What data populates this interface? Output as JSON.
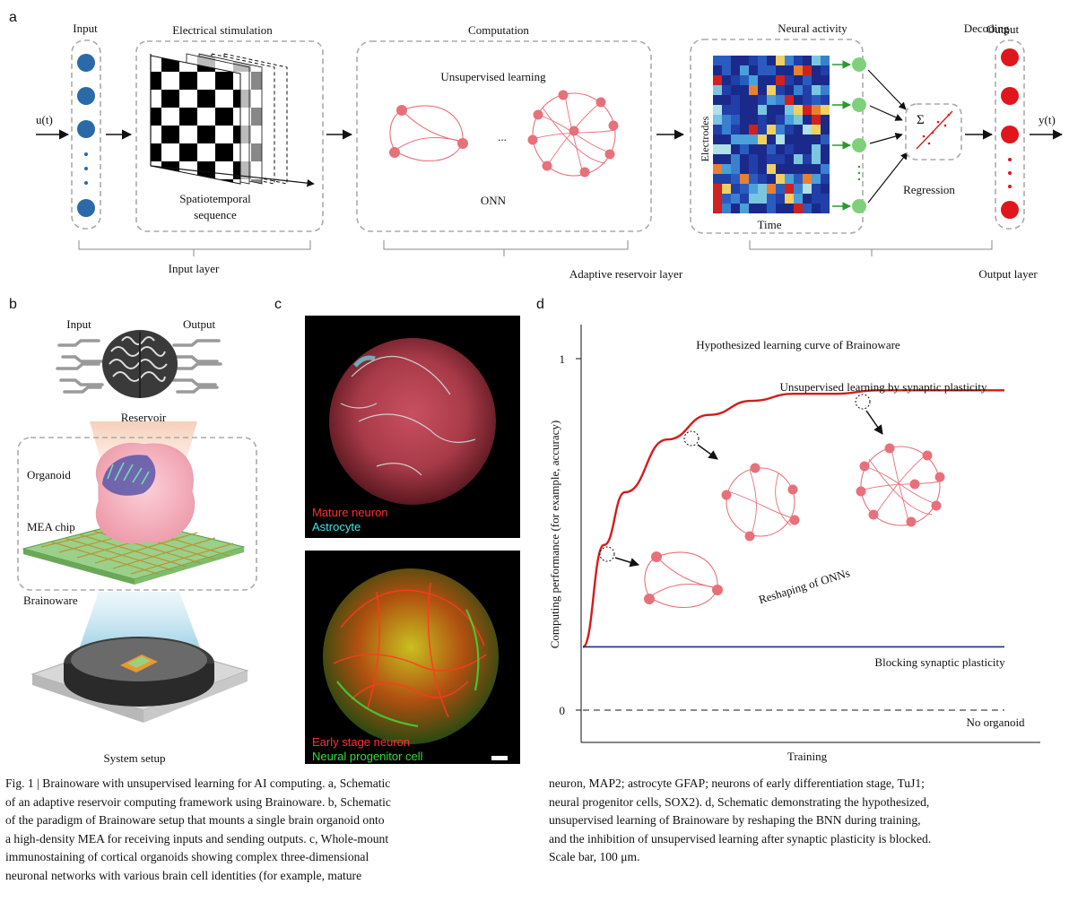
{
  "panel_a": {
    "letter": "a",
    "input_title": "Input",
    "input_signal": "u(t)",
    "stim_title": "Electrical stimulation",
    "stim_caption": [
      "Spatiotemporal",
      "sequence"
    ],
    "comp_title": "Computation",
    "comp_text": "Unsupervised learning",
    "comp_dots": "...",
    "comp_label": "ONN",
    "activity_title": "Neural activity",
    "electrodes_label": "Electrodes",
    "time_label": "Time",
    "decoding_title": "Decoding",
    "output_title": "Output",
    "sum_symbol": "Σ",
    "regression_label": "Regression",
    "output_signal": "y(t)",
    "layer_input": "Input layer",
    "layer_reservoir": "Adaptive reservoir layer",
    "layer_output": "Output layer",
    "colors": {
      "input_node": "#2a6aa8",
      "output_node": "#e0161c",
      "network": "#e8707a",
      "activity_node": "#7fd07a"
    }
  },
  "panel_b": {
    "letter": "b",
    "input_label": "Input",
    "output_label": "Output",
    "reservoir_label": "Reservoir",
    "organoid_label": "Organoid",
    "mea_label": "MEA chip",
    "brainoware_label": "Brainoware",
    "setup_label": "System setup"
  },
  "panel_c": {
    "letter": "c",
    "top_label_1": "Mature neuron",
    "top_label_2": "Astrocyte",
    "bottom_label_1": "Early stage neuron",
    "bottom_label_2": "Neural progenitor cell",
    "colors": {
      "red": "#ff3030",
      "cyan": "#40e6e6",
      "green": "#33dd33"
    }
  },
  "panel_d": {
    "letter": "d",
    "title": "Hypothesized learning curve of Brainoware",
    "ylabel": "Computing performance (for example, accuracy)",
    "xlabel": "Training",
    "tick_1": "1",
    "tick_0": "0",
    "curve_unsup": "Unsupervised learning by synaptic plasticity",
    "curve_block": "Blocking synaptic plasticity",
    "curve_none": "No organoid",
    "reshape_label": "Reshaping of ONNs",
    "colors": {
      "unsup": "#d41c1c",
      "block": "#1a2f8a",
      "none": "#666666"
    }
  },
  "chart_data": {
    "type": "line",
    "title": "Hypothesized learning curve of Brainoware",
    "xlabel": "Training",
    "ylabel": "Computing performance (for example, accuracy)",
    "ylim": [
      0,
      1
    ],
    "y_ticks": [
      0,
      1
    ],
    "grid": false,
    "x": [
      0,
      0.05,
      0.1,
      0.2,
      0.3,
      0.4,
      0.5,
      0.6,
      0.7,
      0.8,
      0.9,
      1.0
    ],
    "series": [
      {
        "name": "Unsupervised learning by synaptic plasticity",
        "values": [
          0.18,
          0.47,
          0.62,
          0.77,
          0.84,
          0.88,
          0.9,
          0.9,
          0.91,
          0.91,
          0.91,
          0.91
        ]
      },
      {
        "name": "Blocking synaptic plasticity",
        "values": [
          0.18,
          0.18,
          0.18,
          0.18,
          0.18,
          0.18,
          0.18,
          0.18,
          0.18,
          0.18,
          0.18,
          0.18
        ]
      },
      {
        "name": "No organoid",
        "values": [
          0,
          0,
          0,
          0,
          0,
          0,
          0,
          0,
          0,
          0,
          0,
          0
        ]
      }
    ]
  },
  "caption": {
    "left": [
      "Fig. 1 | Brainoware with unsupervised learning for AI computing. a, Schematic",
      "of an adaptive reservoir computing framework using Brainoware. b, Schematic",
      "of the paradigm of Brainoware setup that mounts a single brain organoid onto",
      "a high-density MEA for receiving inputs and sending outputs. c, Whole-mount",
      "immunostaining of cortical organoids showing complex three-dimensional",
      "neuronal networks with various brain cell identities (for example, mature"
    ],
    "right": [
      "neuron, MAP2; astrocyte GFAP; neurons of early differentiation stage, TuJ1;",
      "neural progenitor cells, SOX2). d, Schematic demonstrating the hypothesized,",
      "unsupervised learning of Brainoware by reshaping the BNN during training,",
      "and the inhibition of unsupervised learning after synaptic plasticity is blocked.",
      "Scale bar, 100 μm."
    ]
  }
}
